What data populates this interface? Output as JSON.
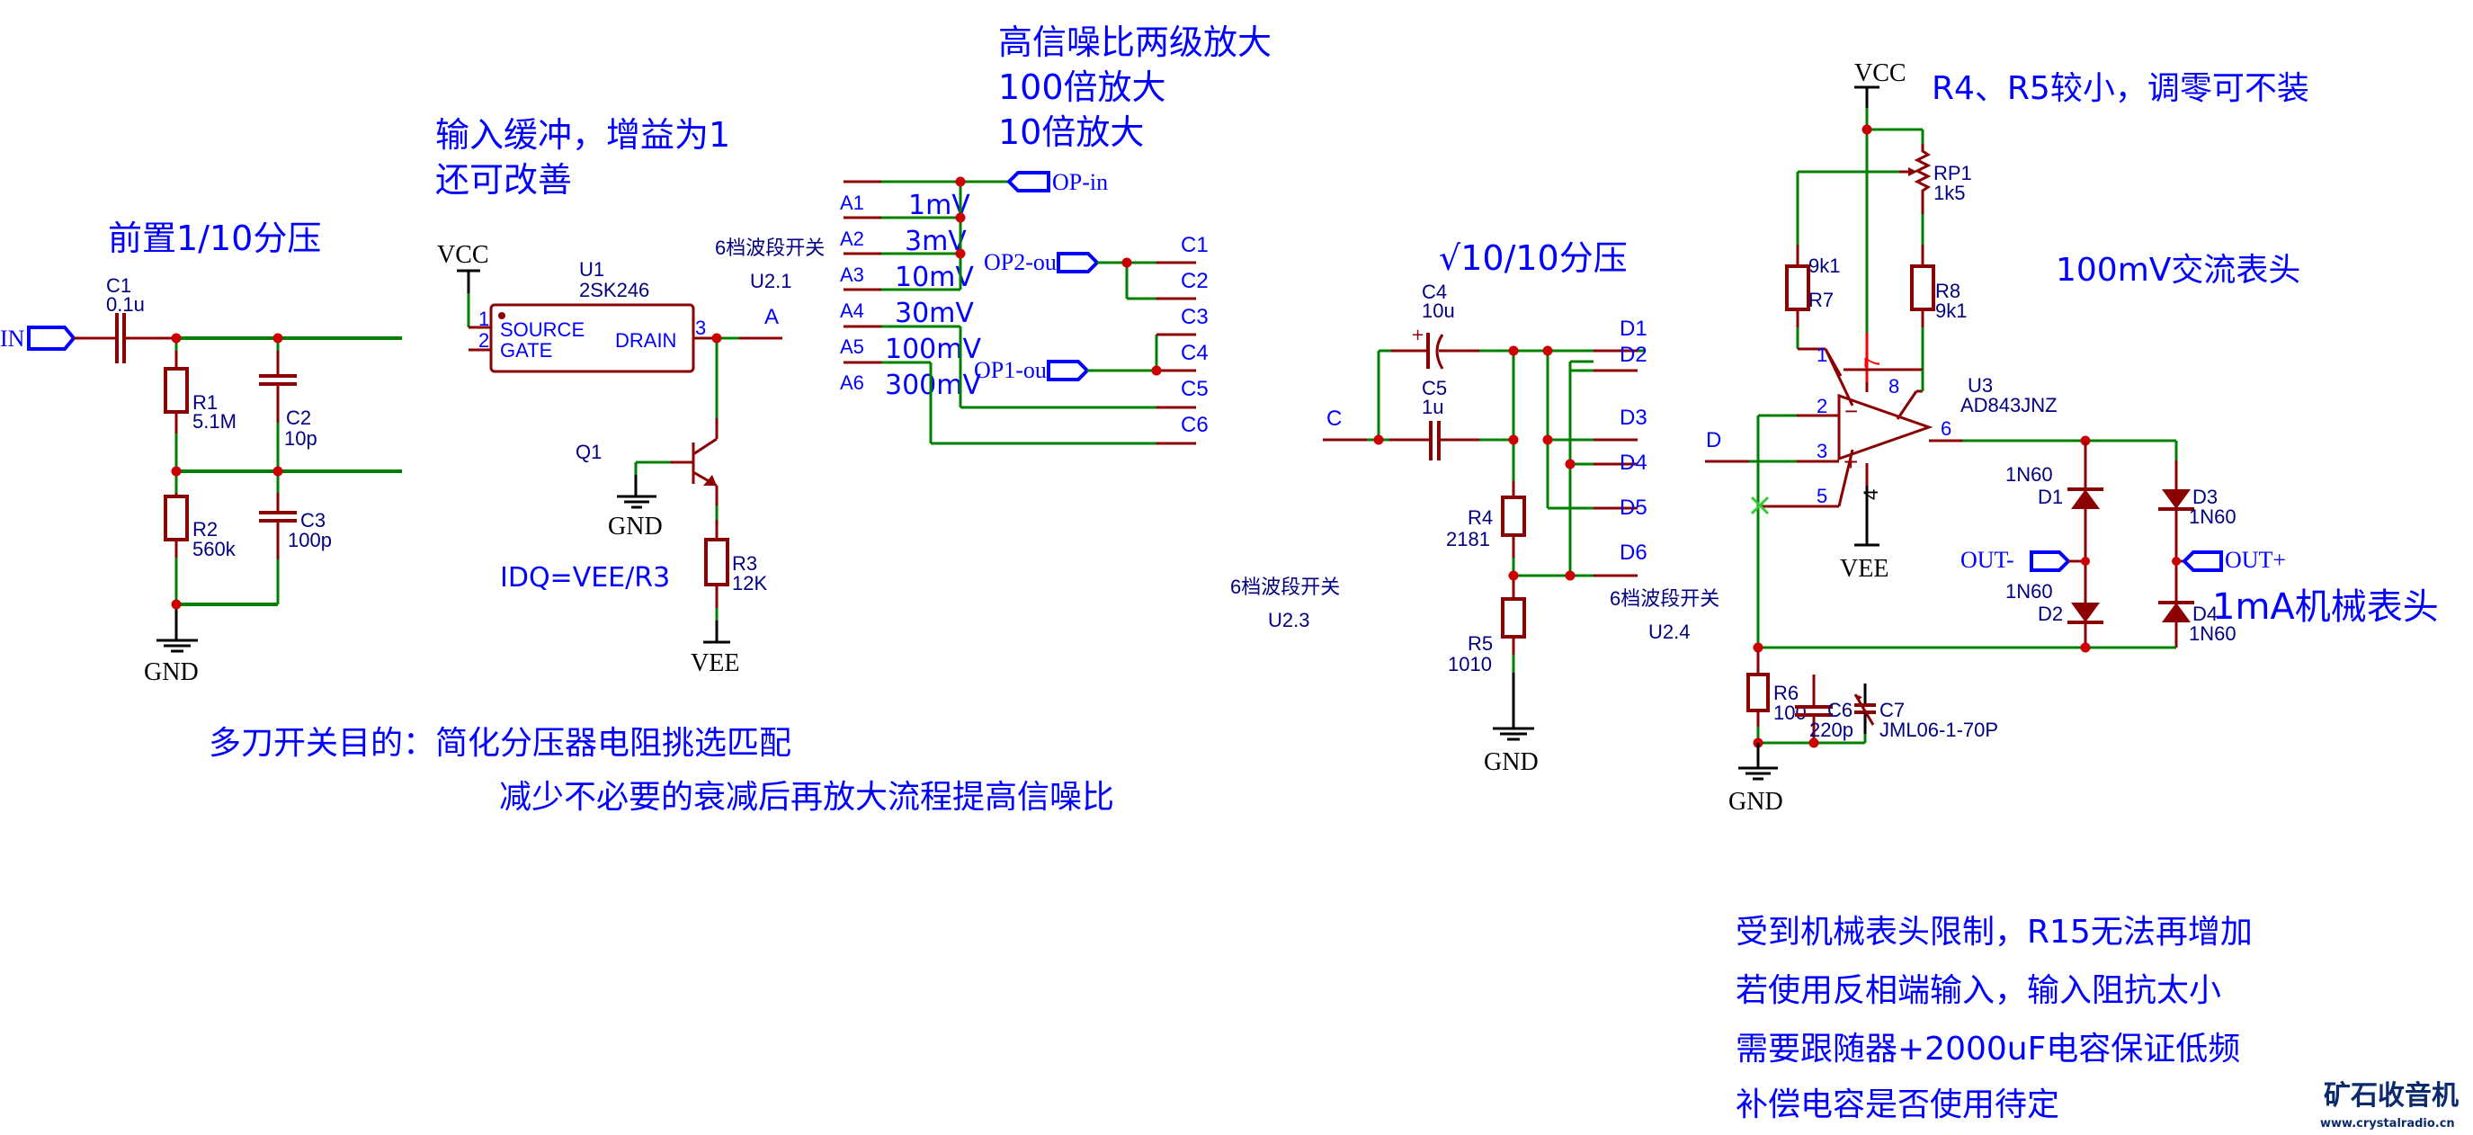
{
  "notes": {
    "pre_divider": "前置1/10分压",
    "buffer_line1": "输入缓冲，增益为1",
    "buffer_line2": "还可改善",
    "amp_line1": "高信噪比两级放大",
    "amp_line2": "100倍放大",
    "amp_line3": "10倍放大",
    "sqrt_divider": "√10/10分压",
    "r4r5_note": "R4、R5较小，调零可不装",
    "meter_100mv": "100mV交流表头",
    "meter_1ma": "1mA机械表头",
    "idq": "IDQ=VEE/R3",
    "multi_pole_1": "多刀开关目的：简化分压器电阻挑选匹配",
    "multi_pole_2": "减少不必要的衰减后再放大流程提高信噪比",
    "limit_1": "受到机械表头限制，R15无法再增加",
    "limit_2": "若使用反相端输入，输入阻抗太小",
    "limit_3": "需要跟随器+2000uF电容保证低频",
    "limit_4": "补偿电容是否使用待定"
  },
  "ports": {
    "in": "IN",
    "op_in": "OP-in",
    "op2_out": "OP2-out",
    "op1_out": "OP1-out",
    "out_minus": "OUT-",
    "out_plus": "OUT+"
  },
  "power": {
    "vcc": "VCC",
    "gnd": "GND",
    "vee": "VEE"
  },
  "components": {
    "c1": {
      "ref": "C1",
      "value": "0.1u"
    },
    "r1": {
      "ref": "R1",
      "value": "5.1M"
    },
    "c2": {
      "ref": "C2",
      "value": "10p"
    },
    "r2": {
      "ref": "R2",
      "value": "560k"
    },
    "c3": {
      "ref": "C3",
      "value": "100p"
    },
    "u1": {
      "ref": "U1",
      "value": "2SK246",
      "pin_source": "SOURCE",
      "pin_gate": "GATE",
      "pin_drain": "DRAIN",
      "pin1": "1",
      "pin2": "2",
      "pin3": "3"
    },
    "q1": {
      "ref": "Q1"
    },
    "r3": {
      "ref": "R3",
      "value": "12K"
    },
    "c4": {
      "ref": "C4",
      "value": "10u",
      "polarity": "+"
    },
    "c5": {
      "ref": "C5",
      "value": "1u"
    },
    "r4": {
      "ref": "R4",
      "value": "2181"
    },
    "r5": {
      "ref": "R5",
      "value": "1010"
    },
    "rp1": {
      "ref": "RP1",
      "value": "1k5"
    },
    "r7": {
      "ref": "R7",
      "value": "9k1"
    },
    "r8": {
      "ref": "R8",
      "value": "9k1"
    },
    "u3": {
      "ref": "U3",
      "value": "AD843JNZ",
      "pins": [
        "1",
        "2",
        "3",
        "4",
        "5",
        "6",
        "7",
        "8"
      ],
      "minus": "−",
      "plus": "+"
    },
    "d1": {
      "ref": "D1",
      "value": "1N60"
    },
    "d2": {
      "ref": "D2",
      "value": "1N60"
    },
    "d3": {
      "ref": "D3",
      "value": "1N60"
    },
    "d4": {
      "ref": "D4",
      "value": "1N60"
    },
    "r6": {
      "ref": "R6",
      "value": "100"
    },
    "c6": {
      "ref": "C6",
      "value": "220p"
    },
    "c7": {
      "ref": "C7",
      "value": "JML06-1-70P"
    }
  },
  "switch_u21": {
    "title": "6档波段开关",
    "ref": "U2.1",
    "common": "A",
    "positions": [
      {
        "pin": "A1",
        "range": "1mV"
      },
      {
        "pin": "A2",
        "range": "3mV"
      },
      {
        "pin": "A3",
        "range": "10mV"
      },
      {
        "pin": "A4",
        "range": "30mV"
      },
      {
        "pin": "A5",
        "range": "100mV"
      },
      {
        "pin": "A6",
        "range": "300mV"
      }
    ]
  },
  "switch_u23": {
    "title": "6档波段开关",
    "ref": "U2.3",
    "common": "C",
    "pins": [
      "C1",
      "C2",
      "C3",
      "C4",
      "C5",
      "C6"
    ]
  },
  "switch_u24": {
    "title": "6档波段开关",
    "ref": "U2.4",
    "common": "D",
    "pins": [
      "D1",
      "D2",
      "D3",
      "D4",
      "D5",
      "D6"
    ]
  },
  "watermark": {
    "logo": "矿石收音机",
    "url": "www.crystalradio.cn"
  }
}
